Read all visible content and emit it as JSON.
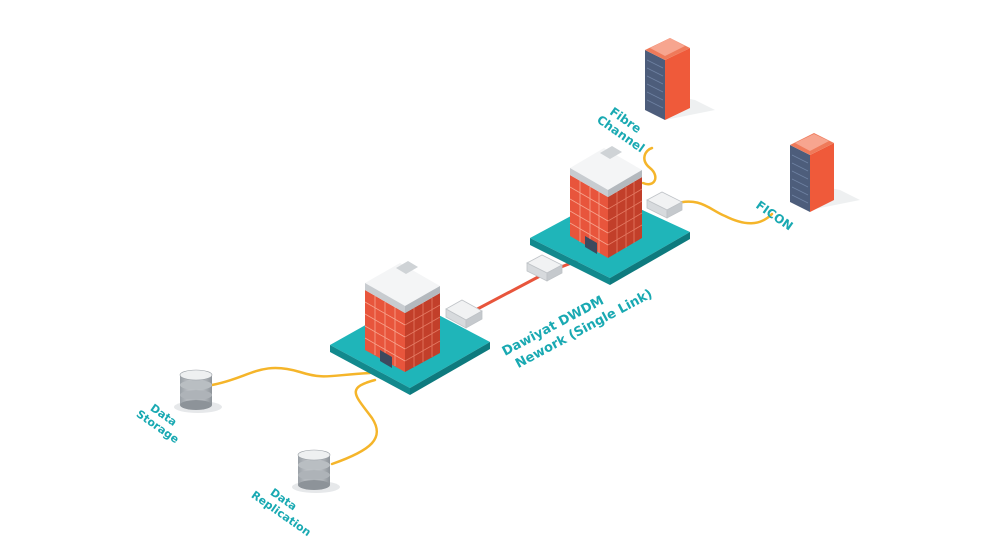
{
  "network": {
    "title_line1": "Dawiyat DWDM",
    "title_line2": "Nework (Single Link)"
  },
  "endpoints": {
    "fibre_channel": {
      "line1": "Fibre",
      "line2": "Channel"
    },
    "ficon": {
      "label": "FICON"
    },
    "data_storage": {
      "line1": "Data",
      "line2": "Storage"
    },
    "data_replication": {
      "line1": "Data",
      "line2": "Replication"
    }
  },
  "colors": {
    "platform_top": "#1fb5b9",
    "platform_side": "#12898d",
    "brick": "#e8553c",
    "brick_dark": "#c23f2a",
    "roof": "#e4e6e8",
    "fibre_line": "#f5b52a",
    "dwdm_link": "#e8553c",
    "server_body": "#4d5d7b",
    "server_accent": "#ef5a3a",
    "label": "#19a9b2"
  },
  "icons": {
    "building": "office-building-icon",
    "server": "server-rack-icon",
    "database": "database-icon",
    "transceiver": "dwdm-transceiver-icon"
  }
}
